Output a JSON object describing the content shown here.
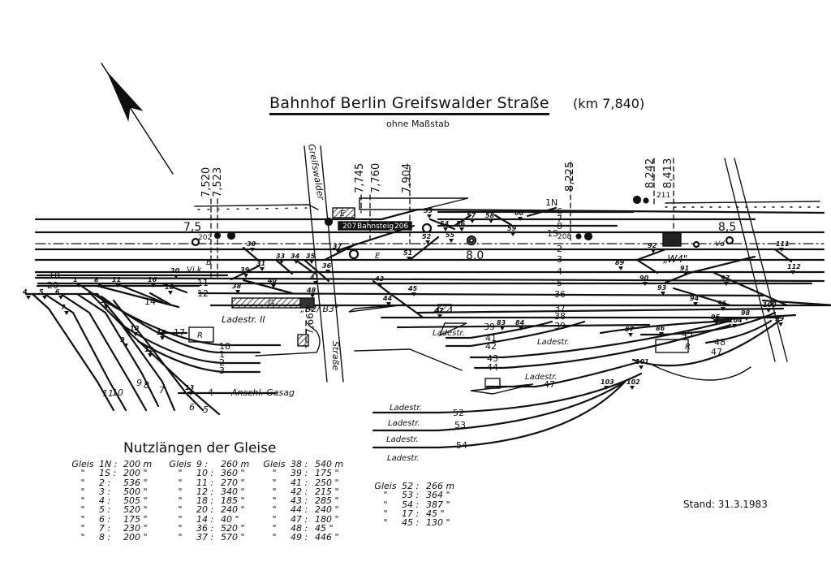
{
  "header": {
    "title": "Bahnhof Berlin Greifswalder Straße",
    "km": "(km 7,840)",
    "subtitle": "ohne Maßstab"
  },
  "plan": {
    "north_arrow_icon": "north-arrow-icon",
    "street_labels": {
      "top": "Greifswalder",
      "bottom": "Straße"
    },
    "km_markers": [
      "7,520",
      "7,523",
      "7,745",
      "7,760",
      "7,904",
      "8,225",
      "8,242",
      "8,413",
      "7,667"
    ],
    "km_inline": [
      "7,5",
      "8,0",
      "8,5"
    ],
    "main_tracks": [
      "1N",
      "6",
      "7",
      "8",
      "1S",
      "2",
      "3",
      "4",
      "5",
      "36",
      "37",
      "38",
      "39"
    ],
    "left_tracks": [
      "10",
      "20",
      "11",
      "12",
      "14",
      "17",
      "18",
      "1",
      "2",
      "3",
      "4"
    ],
    "right_tracks": [
      "45",
      "48",
      "47",
      "41",
      "42",
      "43",
      "44",
      "47",
      "52",
      "53",
      "54"
    ],
    "fan_tracks": [
      "11",
      "10",
      "9",
      "8",
      "7",
      "6",
      "5"
    ],
    "switches_top": [
      "53",
      "54",
      "56",
      "57",
      "58",
      "59",
      "60",
      "52",
      "55",
      "51",
      "30",
      "31",
      "33",
      "34",
      "35",
      "36",
      "37",
      "39",
      "40",
      "41",
      "48",
      "38",
      "20",
      "18",
      "16",
      "11",
      "8",
      "1",
      "4",
      "5",
      "6",
      "7",
      "3",
      "9",
      "10",
      "12",
      "13",
      "15",
      "43",
      "44",
      "45",
      "47",
      "83",
      "84",
      "89",
      "90",
      "91",
      "92",
      "93",
      "94",
      "95",
      "96",
      "97",
      "98",
      "99",
      "100",
      "104",
      "86",
      "87",
      "101",
      "102",
      "103",
      "111",
      "112"
    ],
    "signals": [
      "202",
      "207",
      "206",
      "208",
      "211"
    ],
    "platform_label": "Bahnsteig",
    "labels": {
      "vik": "Vi,k",
      "b": "B",
      "e_box": "E",
      "e_signal": "E",
      "g_box": "G",
      "b2b3": "„B2/ B3\"",
      "ladestr_2": "Ladestr. II",
      "ladestr": "Ladestr.",
      "r": "R",
      "w4": "„W4\"",
      "vd": "Vd",
      "gasag": "Anschl. Gasag",
      "track_12_stub": "12"
    }
  },
  "legend": {
    "title": "Nutzlängen der Gleise",
    "columns": [
      [
        {
          "key": "Gleis",
          "track": "1N",
          "value": "200 m"
        },
        {
          "key": "\"",
          "track": "1S",
          "value": "200 \""
        },
        {
          "key": "\"",
          "track": "2",
          "value": "536 \""
        },
        {
          "key": "\"",
          "track": "3",
          "value": "500 \""
        },
        {
          "key": "\"",
          "track": "4",
          "value": "505 \""
        },
        {
          "key": "\"",
          "track": "5",
          "value": "520 \""
        },
        {
          "key": "\"",
          "track": "6",
          "value": "175 \""
        },
        {
          "key": "\"",
          "track": "7",
          "value": "230 \""
        },
        {
          "key": "\"",
          "track": "8",
          "value": "200 \""
        }
      ],
      [
        {
          "key": "Gleis",
          "track": "9",
          "value": "260 m"
        },
        {
          "key": "\"",
          "track": "10",
          "value": "360 \""
        },
        {
          "key": "\"",
          "track": "11",
          "value": "270 \""
        },
        {
          "key": "\"",
          "track": "12",
          "value": "340 \""
        },
        {
          "key": "\"",
          "track": "18",
          "value": "185 \""
        },
        {
          "key": "\"",
          "track": "20",
          "value": "240 \""
        },
        {
          "key": "\"",
          "track": "14",
          "value": "40 \""
        },
        {
          "key": "\"",
          "track": "36",
          "value": "520 \""
        },
        {
          "key": "\"",
          "track": "37",
          "value": "570 \""
        }
      ],
      [
        {
          "key": "Gleis",
          "track": "38",
          "value": "540 m"
        },
        {
          "key": "\"",
          "track": "39",
          "value": "175 \""
        },
        {
          "key": "\"",
          "track": "41",
          "value": "250 \""
        },
        {
          "key": "\"",
          "track": "42",
          "value": "215 \""
        },
        {
          "key": "\"",
          "track": "43",
          "value": "285 \""
        },
        {
          "key": "\"",
          "track": "44",
          "value": "240 \""
        },
        {
          "key": "\"",
          "track": "47",
          "value": "180 \""
        },
        {
          "key": "\"",
          "track": "48",
          "value": "45 \""
        },
        {
          "key": "\"",
          "track": "49",
          "value": "446 \""
        }
      ],
      [
        {
          "key": "Gleis",
          "track": "52",
          "value": "266 m"
        },
        {
          "key": "\"",
          "track": "53",
          "value": "364 \""
        },
        {
          "key": "\"",
          "track": "54",
          "value": "387 \""
        },
        {
          "key": "\"",
          "track": "17",
          "value": "45 \""
        },
        {
          "key": "\"",
          "track": "45",
          "value": "130 \""
        }
      ]
    ]
  },
  "footer": {
    "stand": "Stand:  31.3.1983"
  }
}
